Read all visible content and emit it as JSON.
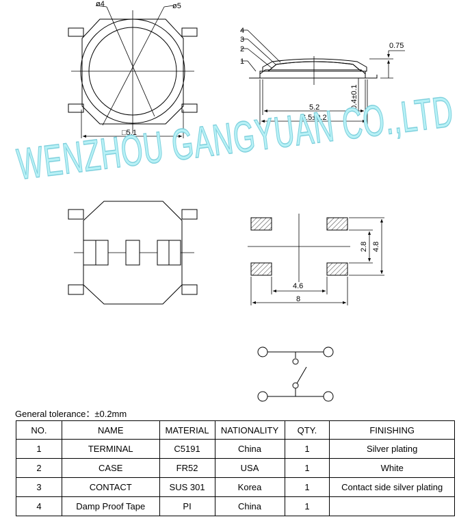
{
  "watermark": "WENZHOU GANGYUAN CO.,LTD",
  "top_view": {
    "dia_inner_label": "ø4",
    "dia_outer_label": "ø5",
    "width_label": "□5.1"
  },
  "side_view": {
    "callouts": [
      "4",
      "3",
      "2",
      "1"
    ],
    "height_label": "0.75",
    "travel_label": "0.4±0.1",
    "inner_width_label": "5.2",
    "outer_width_label": "6.5±0.2"
  },
  "pad_layout": {
    "inner_spacing_label": "4.6",
    "outer_spacing_label": "8",
    "inner_height_label": "2.8",
    "outer_height_label": "4.8"
  },
  "tolerance_text": "General tolerance：±0.2mm",
  "bom": {
    "headers": [
      "NO.",
      "NAME",
      "MATERIAL",
      "NATIONALITY",
      "QTY.",
      "FINISHING"
    ],
    "rows": [
      {
        "no": "1",
        "name": "TERMINAL",
        "material": "C5191",
        "nationality": "China",
        "qty": "1",
        "finishing": "Silver plating"
      },
      {
        "no": "2",
        "name": "CASE",
        "material": "FR52",
        "nationality": "USA",
        "qty": "1",
        "finishing": "White"
      },
      {
        "no": "3",
        "name": "CONTACT",
        "material": "SUS 301",
        "nationality": "Korea",
        "qty": "1",
        "finishing": "Contact side silver plating"
      },
      {
        "no": "4",
        "name": "Damp Proof Tape",
        "material": "PI",
        "nationality": "China",
        "qty": "1",
        "finishing": ""
      }
    ]
  }
}
